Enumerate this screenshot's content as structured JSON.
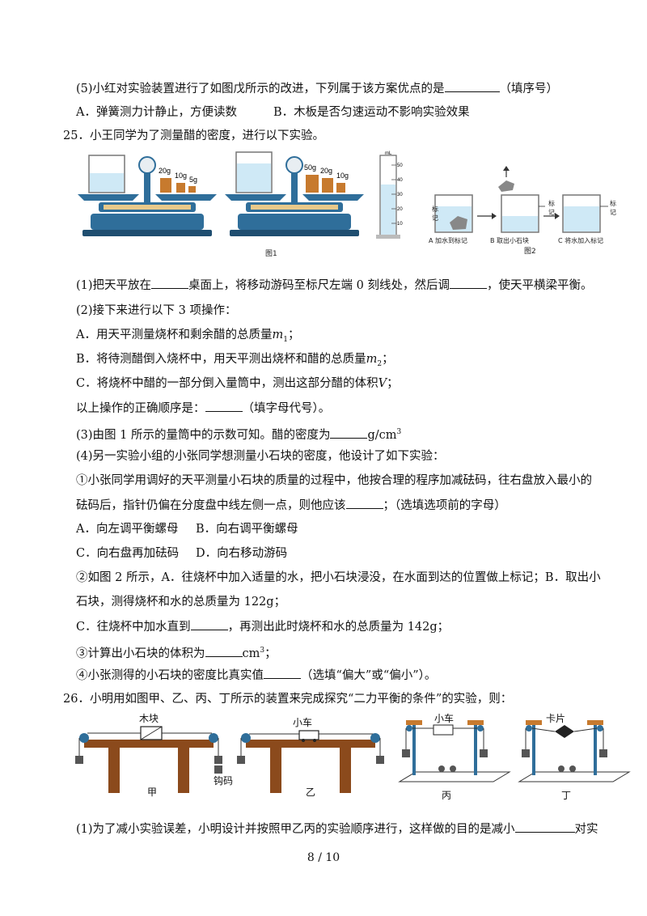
{
  "q24": {
    "p5": "(5)小红对实验装置进行了如图戊所示的改进，下列属于该方案优点的是",
    "p5_tail": "（填序号）",
    "optA": "A．弹簧测力计静止，方便读数",
    "optB": "B．木板是否匀速运动不影响实验效果"
  },
  "q25": {
    "stem": "25．小王同学为了测量醋的密度，进行以下实验。",
    "fig1_cap": "图1",
    "fig2_cap": "图2",
    "w1a": "20g",
    "w1b": "10g",
    "w1c": "5g",
    "w2a": "50g",
    "w2b": "20g",
    "w2c": "10g",
    "cyl_unit": "mL",
    "cyl_ticks": [
      "50",
      "40",
      "30",
      "20",
      "10"
    ],
    "mark_a": "标记",
    "mark_b": "标记",
    "mark_c": "标记",
    "step_a": "A 加水到标记",
    "step_b": "B 取出小石块",
    "step_c": "C 将水加入标记",
    "p1a": "(1)把天平放在",
    "p1b": "桌面上，将移动游码至标尺左端 0 刻线处，然后调",
    "p1c": "，使天平横梁平衡。",
    "p2": "(2)接下来进行以下 3 项操作：",
    "opA": "A．用天平测量烧杯和剩余醋的总质量",
    "opA_sym": "m",
    "opA_sub": "1",
    "opB": "B．将待测醋倒入烧杯中，用天平测出烧杯和醋的总质量",
    "opB_sym": "m",
    "opB_sub": "2",
    "opC": "C．将烧杯中醋的一部分倒入量筒中，测出这部分醋的体积",
    "opC_sym": "V",
    "order_a": "以上操作的正确顺序是：",
    "order_b": "（填字母代号）。",
    "p3a": "(3)由图 1 所示的量筒中的示数可知。醋的密度为",
    "p3b": "g/cm",
    "p4": "(4)另一实验小组的小张同学想测量小石块的密度，他设计了如下实验：",
    "s1a": "①小张同学用调好的天平测量小石块的质量的过程中，他按合理的程序加减砝码，往右盘放入最小的",
    "s1b": "砝码后，指针仍偏在分度盘中线左侧一点，则他应该",
    "s1c": "；（选填选项前的字母）",
    "cA": "A．向左调平衡螺母",
    "cB": "B．向右调平衡螺母",
    "cC": "C．向右盘再加砝码",
    "cD": "D．向右移动游码",
    "s2a": "②如图 2 所示，A．往烧杯中加入适量的水，把小石块浸没，在水面到达的位置做上标记；B．取出小",
    "s2b": "石块，测得烧杯和水的总质量为 122g；",
    "s2c1": "C．往烧杯中加水直到",
    "s2c2": "，再测出此时烧杯和水的总质量为 142g；",
    "s3a": "③计算出小石块的体积为",
    "s3b": "cm",
    "s4a": "④小张测得的小石块的密度比真实值",
    "s4b": "（选填“偏大”或“偏小”）。"
  },
  "q26": {
    "stem": "26．小明用如图甲、乙、丙、丁所示的装置来完成探究“二力平衡的条件”的实验，则：",
    "lbl_block": "木块",
    "lbl_cart1": "小车",
    "lbl_cart2": "小车",
    "lbl_card": "卡片",
    "lbl_weight": "钩码",
    "cap_jia": "甲",
    "cap_yi": "乙",
    "cap_bing": "丙",
    "cap_ding": "丁",
    "p1a": "(1)为了减小实验误差，小明设计并按照甲乙丙的实验顺序进行，这样做的目的是减小",
    "p1b": "对实"
  },
  "footer": {
    "page": "8",
    "sep": "/",
    "total": "10"
  },
  "colors": {
    "water": "#cfe9f6",
    "metal": "#2f6e9a",
    "brass": "#c77a2e",
    "wood": "#8b4a1c"
  }
}
